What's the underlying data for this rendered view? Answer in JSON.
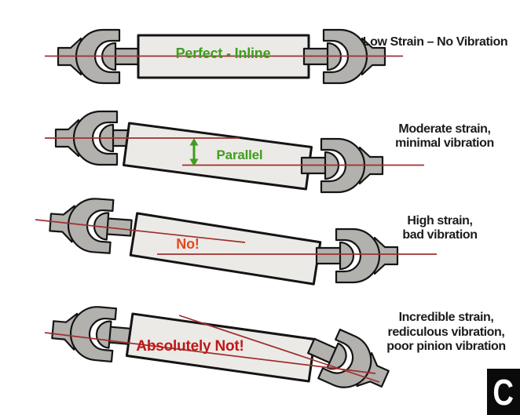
{
  "diagram": {
    "subject": "driveshaft-ujoint-alignment",
    "rows": [
      {
        "label": "Perfect - Inline",
        "caption_lines": [
          "Low Strain – No Vibration"
        ]
      },
      {
        "label": "Parallel",
        "caption_lines": [
          "Moderate strain,",
          "minimal vibration"
        ]
      },
      {
        "label": "No!",
        "caption_lines": [
          "High strain,",
          "bad vibration"
        ]
      },
      {
        "label": "Absolutely Not!",
        "caption_lines": [
          "Incredible strain,",
          "rediculous vibration,",
          "poor pinion vibration"
        ]
      }
    ],
    "colors": {
      "label_green": "#3f9e1f",
      "label_orange": "#e2491c",
      "label_red": "#c01818",
      "caption_black": "#1b1b1b",
      "centerline_red": "#9d3030",
      "metal_gray": "#b2b1ad",
      "tube_gray": "#eceae6",
      "outline_black": "#141414",
      "badge_bg": "#0a0a0a",
      "badge_fg": "#ffffff"
    },
    "watermark": "C"
  }
}
